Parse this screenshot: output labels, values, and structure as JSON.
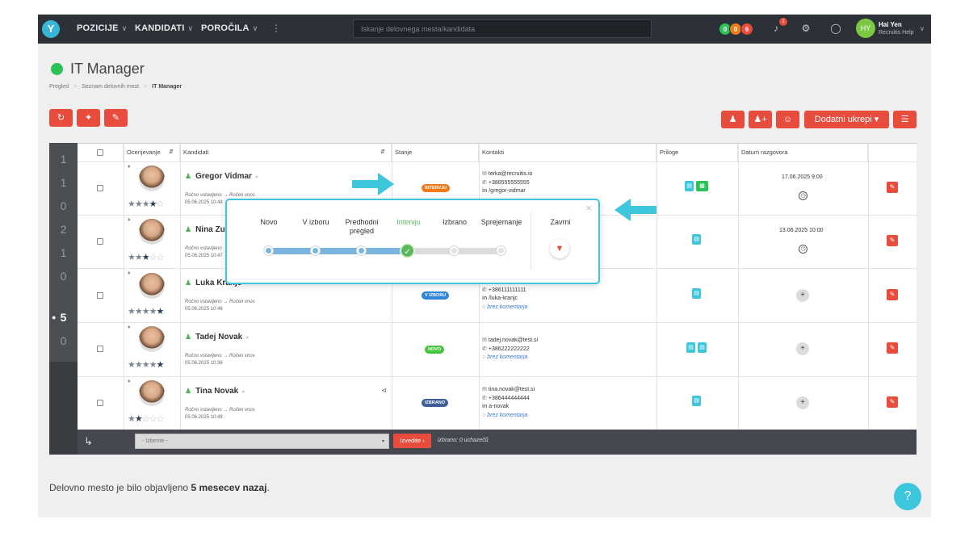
{
  "nav": {
    "items": [
      "POZICIJE",
      "KANDIDATI",
      "POROČILA"
    ],
    "search_placeholder": "Iskanje delovnega mesta/kandidata",
    "counters": [
      {
        "value": "0",
        "color": "#2dc257"
      },
      {
        "value": "0",
        "color": "#f07a1a"
      },
      {
        "value": "6",
        "color": "#e74c3c"
      }
    ],
    "bell_count": "1",
    "user": {
      "initials": "HY",
      "name": "Hai Yen",
      "role": "Recruitis Help"
    }
  },
  "page": {
    "title": "IT Manager",
    "breadcrumb": [
      "Pregled",
      "Seznam delovnih mest",
      "IT Manager"
    ],
    "more_actions_label": "Dodatni ukrepi"
  },
  "rating_column": [
    "1",
    "1",
    "0",
    "2",
    "1",
    "0",
    "5",
    "0"
  ],
  "table": {
    "headers": [
      "",
      "Ocenjevanje",
      "Kandidati",
      "Stanje",
      "Kontakti",
      "Priloge",
      "Datum razgovora",
      ""
    ],
    "rows": [
      {
        "name": "Gregor Vidmar",
        "stars": [
          1,
          1,
          1,
          2,
          0
        ],
        "source": "Ročno vstavljeno → Ročen vnos",
        "date": "05.06.2025 10:48",
        "status": "INTERVJU",
        "status_color": "#f07a1a",
        "contacts": [
          "terka@recruitis.io",
          "+386555555555",
          "/gregor-vidmar"
        ],
        "interview_date": "17.06.2025 9:00"
      },
      {
        "name": "Nina Zu",
        "stars": [
          1,
          1,
          2,
          0,
          0
        ],
        "source": "Ročno vstavljeno",
        "date": "05.06.2025 10:47",
        "status": "",
        "status_color": "",
        "contacts": [],
        "interview_date": "13.06.2025 10:00"
      },
      {
        "name": "Luka Kranjc",
        "stars": [
          1,
          1,
          1,
          1,
          2
        ],
        "source": "Ročno vstavljeno → Ročen vnos",
        "date": "05.06.2025 10:46",
        "status": "V IZBORU",
        "status_color": "#2f86d6",
        "contacts": [
          "+386111111111",
          "/luka-kranjc",
          "brez komentarja"
        ],
        "interview_date": ""
      },
      {
        "name": "Tadej Novak",
        "stars": [
          1,
          1,
          1,
          1,
          2
        ],
        "source": "Ročno vstavljeno → Ročen vnos",
        "date": "05.06.2025 10:36",
        "status": "NOVO",
        "status_color": "#45c23e",
        "contacts": [
          "tadej.novak@test.si",
          "+386222222222",
          "brez komentarja"
        ],
        "interview_date": ""
      },
      {
        "name": "Tina Novak",
        "stars": [
          1,
          2,
          0,
          0,
          0
        ],
        "source": "Ročno vstavljeno → Ročen vnos",
        "date": "05.06.2025 10:48",
        "status": "IZBRANO",
        "status_color": "#3f5d96",
        "contacts": [
          "tina.novak@test.si",
          "+386444444444",
          "a-novak",
          "brez komentarja"
        ],
        "interview_date": ""
      }
    ]
  },
  "footer": {
    "select_placeholder": "- Izberite -",
    "execute_label": "Izvedite",
    "selected_text": "izbrano: 0 uchazečů"
  },
  "popup": {
    "stages": [
      "Novo",
      "V izboru",
      "Predhodni pregled",
      "Intervju",
      "Izbrano",
      "Sprejemanje"
    ],
    "current_stage": 3,
    "reject_label": "Zavrni"
  },
  "posted": {
    "prefix": "Delovno mesto je bilo objavljeno ",
    "value": "5 mesecev nazaj",
    "suffix": "."
  },
  "colors": {
    "accent": "#e74c3c",
    "teal": "#3ec6dc",
    "topbar": "#2c3037"
  }
}
